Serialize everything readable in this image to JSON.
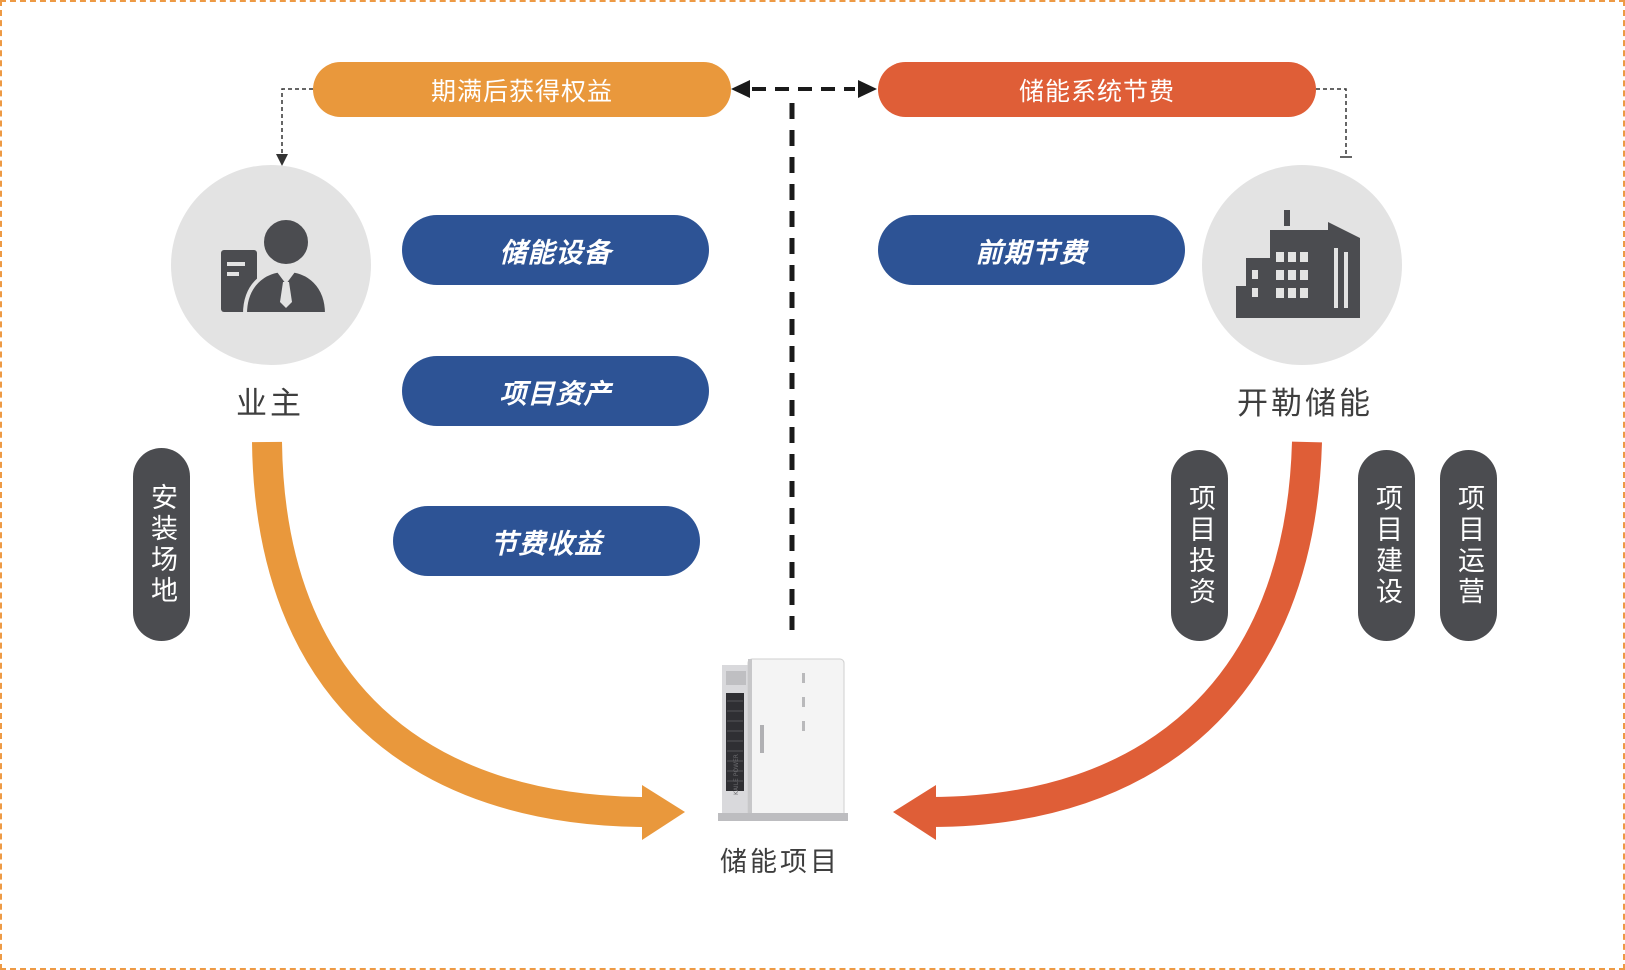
{
  "top_left_pill": "期满后获得权益",
  "top_right_pill": "储能系统节费",
  "owner": {
    "label": "业主",
    "services": [
      "储能设备",
      "项目资产",
      "节费收益"
    ],
    "vertical_pill": "安装场地"
  },
  "kaile": {
    "label": "开勒储能",
    "service": "前期节费",
    "vertical_pills": [
      "项目投资",
      "项目建设",
      "项目运营"
    ]
  },
  "project": {
    "label": "储能项目",
    "cabinet_brand": "KAILE POWER"
  },
  "icons": {
    "owner": "business-person-icon",
    "kaile": "factory-icon",
    "project": "energy-storage-cabinet-icon"
  },
  "colors": {
    "orange": "#e9983c",
    "red_orange": "#df5e37",
    "blue": "#2d5395",
    "dark_gray": "#4b4c50",
    "circle_gray": "#e3e3e3"
  }
}
